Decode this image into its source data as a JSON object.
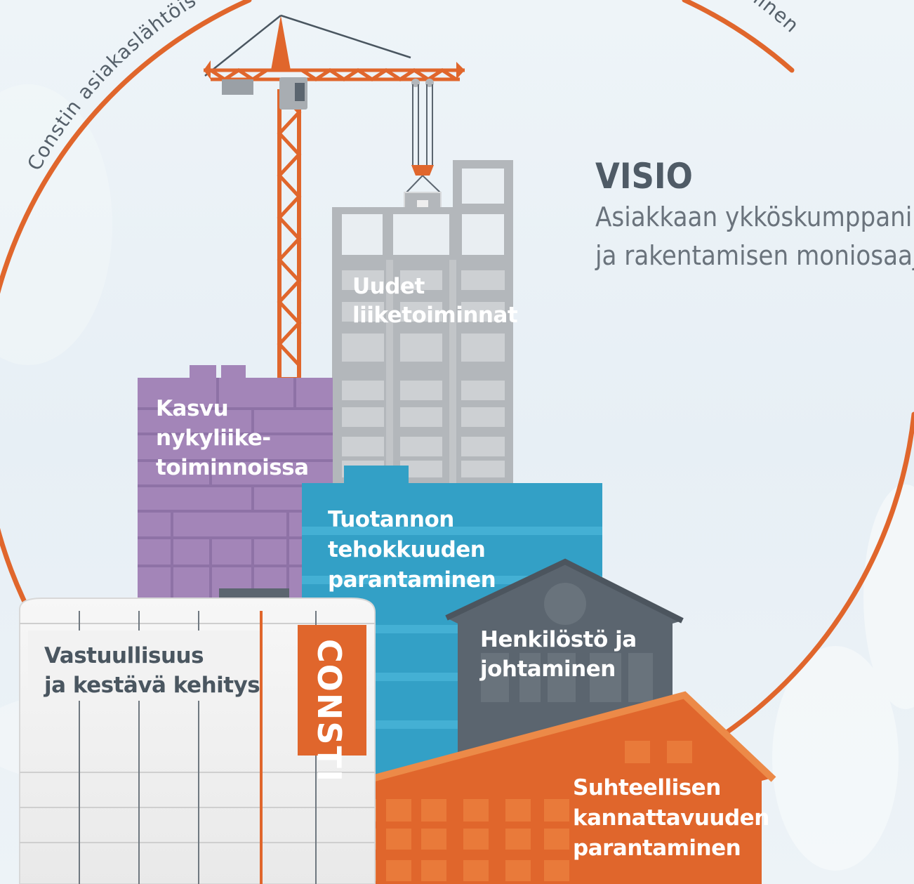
{
  "arc_text_left": "Constin asiakaslähtöis",
  "arc_text_right": "aminen",
  "visio": {
    "title": "VISIO",
    "line1": "Asiakkaan ykköskumppani",
    "line2": "ja rakentamisen moniosaaj"
  },
  "buildings": {
    "uudet": [
      "Uudet",
      "liiketoiminnat"
    ],
    "kasvu": [
      "Kasvu",
      "nykyliike-",
      "toiminnoissa"
    ],
    "tuotannon": [
      "Tuotannon",
      "tehokkuuden",
      "parantaminen"
    ],
    "henkilosto": [
      "Henkilöstö ja",
      "johtaminen"
    ],
    "suhteellisen": [
      "Suhteellisen",
      "kannattavuuden",
      "parantaminen"
    ],
    "vastuullisuus": [
      "Vastuullisuus",
      "ja kestävä kehitys"
    ]
  },
  "logo": "CONSTI",
  "colors": {
    "orange": "#e0662c",
    "purple": "#a385b8",
    "gray": "#b3b7bb",
    "blue": "#33a0c6",
    "slate": "#5b656f",
    "white_building": "#f2f2f2"
  }
}
